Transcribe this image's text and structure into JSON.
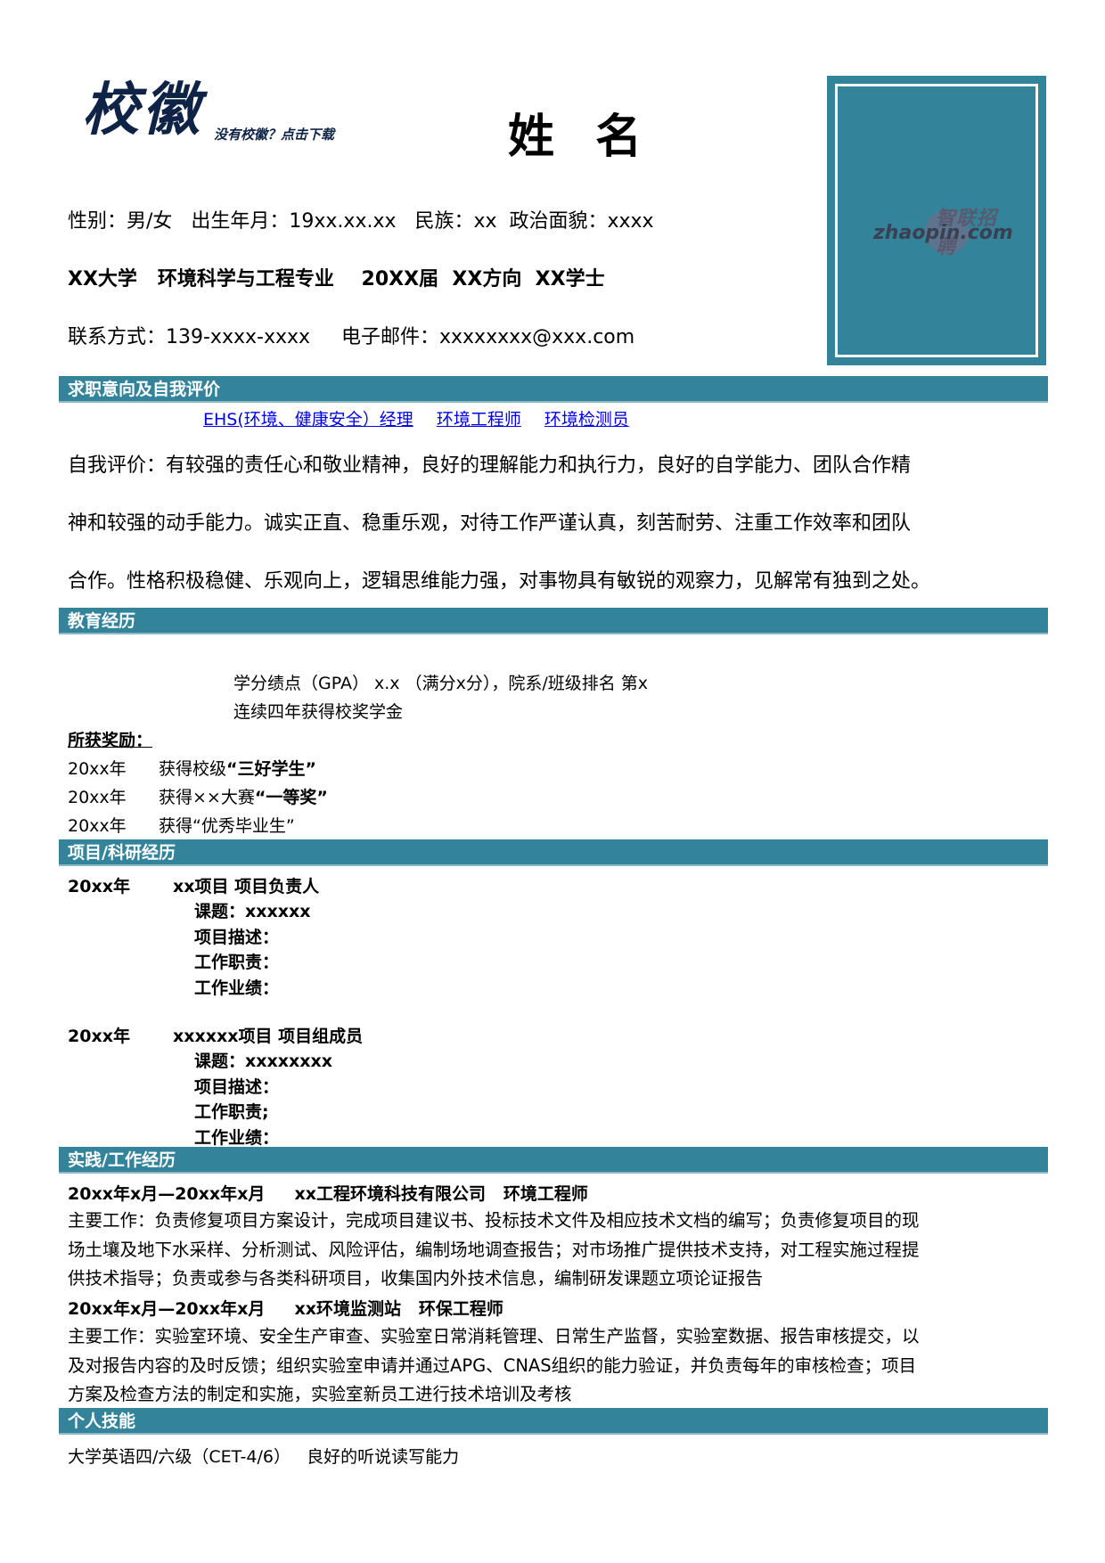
{
  "header": {
    "logo_text": "校徽",
    "logo_hint": "没有校徽？点击下载",
    "name": "姓 名",
    "info_line1": "性别：男/女   出生年月：19xx.xx.xx   民族：xx  政治面貌：xxxx",
    "info_line2": "XX大学   环境科学与工程专业    20XX届  XX方向  XX学士",
    "info_line3": "联系方式：139-xxxx-xxxx     电子邮件：xxxxxxxx@xxx.com",
    "photo": {
      "watermark_cn": "智联招聘",
      "watermark_en": "zhaopin.com",
      "frame_color": "#33849b"
    }
  },
  "colors": {
    "section_bar": "#33849b",
    "link": "#0000ee",
    "logo": "#0f2346"
  },
  "sections": {
    "objective": {
      "title": "求职意向及自我评价",
      "targets": [
        "EHS(环境、健康安全）经理",
        "环境工程师",
        "环境检测员"
      ],
      "self_eval_lines": [
        "自我评价：有较强的责任心和敬业精神，良好的理解能力和执行力，良好的自学能力、团队合作精",
        "神和较强的动手能力。诚实正直、稳重乐观，对待工作严谨认真，刻苦耐劳、注重工作效率和团队",
        "合作。性格积极稳健、乐观向上，逻辑思维能力强，对事物具有敏锐的观察力，见解常有独到之处。"
      ]
    },
    "education": {
      "title": "教育经历",
      "gpa_line": "学分绩点（GPA） x.x （满分x分），院系/班级排名 第x",
      "scholarship_line": "连续四年获得校奖学金",
      "awards_label": "所获奖励：",
      "awards": [
        {
          "year": "20xx年",
          "prefix": "获得校级",
          "highlight": "“三好学生”"
        },
        {
          "year": "20xx年",
          "prefix": "获得××大赛",
          "highlight": "“一等奖”"
        },
        {
          "year": "20xx年",
          "prefix": "获得“优秀毕业生”",
          "highlight": ""
        }
      ]
    },
    "projects": {
      "title": "项目/科研经历",
      "items": [
        {
          "year": "20xx年",
          "name": "xx项目  项目负责人",
          "details": [
            "课题：xxxxxx",
            "项目描述：",
            "工作职责：",
            "工作业绩："
          ]
        },
        {
          "year": "20xx年",
          "name": "xxxxxx项目  项目组成员",
          "details": [
            "课题：xxxxxxxx",
            "项目描述：",
            "工作职责;",
            "工作业绩："
          ]
        }
      ]
    },
    "work": {
      "title": "实践/工作经历",
      "items": [
        {
          "heading": "20xx年x月—20xx年x月     xx工程环境科技有限公司   环境工程师",
          "lines": [
            "主要工作：负责修复项目方案设计，完成项目建议书、投标技术文件及相应技术文档的编写；负责修复项目的现",
            "场土壤及地下水采样、分析测试、风险评估，编制场地调查报告；对市场推广提供技术支持，对工程实施过程提",
            "供技术指导；负责或参与各类科研项目，收集国内外技术信息，编制研发课题立项论证报告"
          ]
        },
        {
          "heading": "20xx年x月—20xx年x月     xx环境监测站   环保工程师",
          "lines": [
            "主要工作：实验室环境、安全生产审查、实验室日常消耗管理、日常生产监督，实验室数据、报告审核提交，以",
            "及对报告内容的及时反馈；组织实验室申请并通过APG、CNAS组织的能力验证，并负责每年的审核检查；项目",
            "方案及检查方法的制定和实施，实验室新员工进行技术培训及考核"
          ]
        }
      ]
    },
    "skills": {
      "title": "个人技能",
      "line": "大学英语四/六级（CET-4/6）   良好的听说读写能力"
    }
  }
}
